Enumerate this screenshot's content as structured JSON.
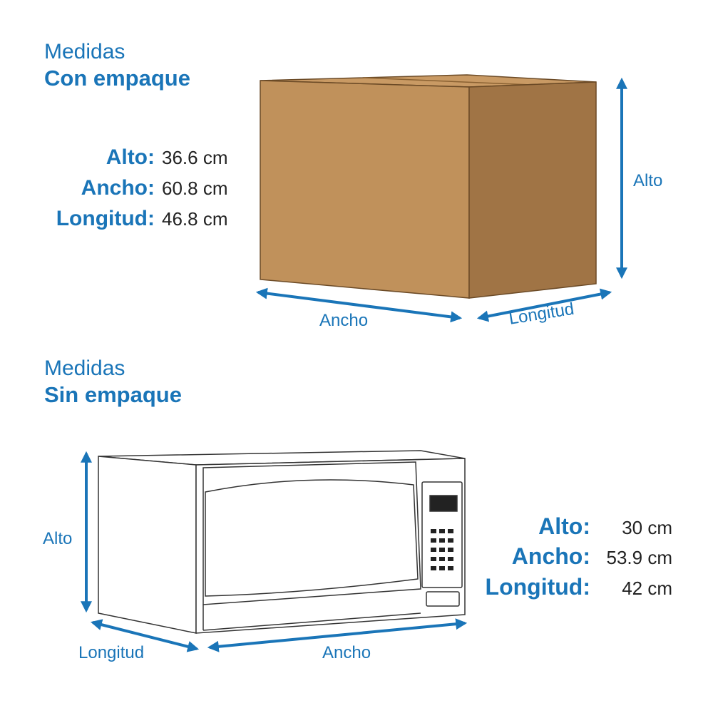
{
  "packed": {
    "heading_line1": "Medidas",
    "heading_line2": "Con empaque",
    "dims": [
      {
        "label": "Alto:",
        "value": "36.6 cm"
      },
      {
        "label": "Ancho:",
        "value": "60.8 cm"
      },
      {
        "label": "Longitud:",
        "value": "46.8 cm"
      }
    ],
    "arrow_labels": {
      "alto": "Alto",
      "ancho": "Ancho",
      "longitud": "Longitud"
    }
  },
  "unpacked": {
    "heading_line1": "Medidas",
    "heading_line2": "Sin empaque",
    "dims": [
      {
        "label": "Alto:",
        "value": "30 cm"
      },
      {
        "label": "Ancho:",
        "value": "53.9 cm"
      },
      {
        "label": "Longitud:",
        "value": "42 cm"
      }
    ],
    "arrow_labels": {
      "alto": "Alto",
      "ancho": "Ancho",
      "longitud": "Longitud"
    }
  },
  "colors": {
    "accent": "#1a75b8",
    "box_front": "#c0915b",
    "box_side": "#a07445",
    "box_top": "#c99a64",
    "value_text": "#222222"
  }
}
